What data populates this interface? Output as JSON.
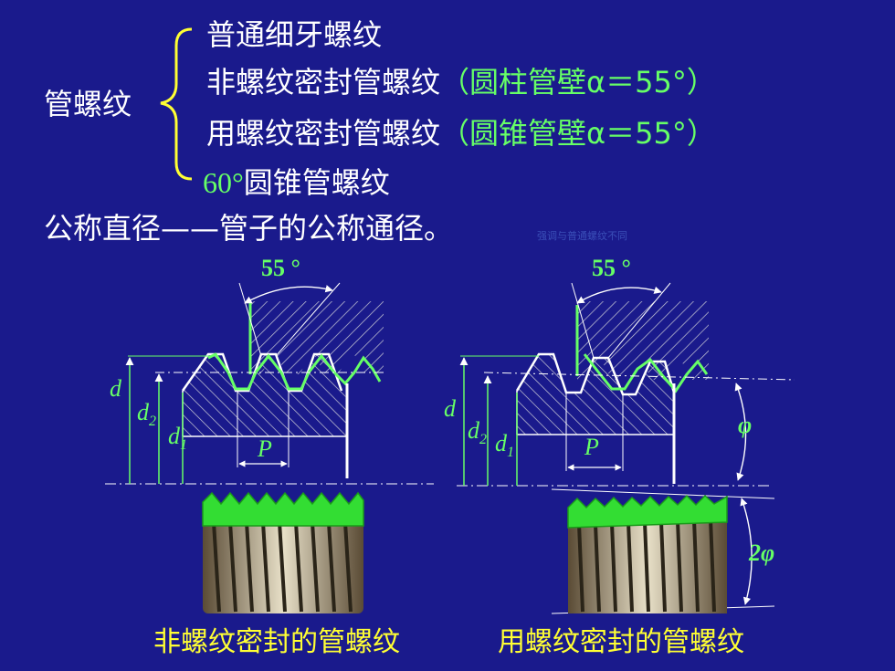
{
  "heading": {
    "main_label": "管螺纹",
    "items": [
      {
        "text": "普通细牙螺纹",
        "suffix": ""
      },
      {
        "text": "非螺纹密封管螺纹",
        "suffix": "（圆柱管壁α＝55°）"
      },
      {
        "text": "用螺纹密封管螺纹",
        "suffix": "（圆锥管壁α＝55°）"
      },
      {
        "prefix": "60°",
        "text": "圆锥管螺纹"
      }
    ]
  },
  "definition": "公称直径——管子的公称通径。",
  "note": "强调与普通螺纹不同",
  "diagram_left": {
    "angle": "55 °",
    "labels": {
      "d": "d",
      "d2": "d",
      "d2_sub": "2",
      "d1": "d",
      "d1_sub": "1",
      "P": "P"
    },
    "caption": "非螺纹密封的管螺纹"
  },
  "diagram_right": {
    "angle": "55 °",
    "labels": {
      "d": "d",
      "d2": "d",
      "d2_sub": "2",
      "d1": "d",
      "d1_sub": "1",
      "P": "P",
      "phi": "φ",
      "two_phi": "2φ"
    },
    "caption": "用螺纹密封的管螺纹"
  },
  "colors": {
    "background": "#1a1a8c",
    "accent": "#66ff66",
    "brace": "#ffff33",
    "text": "#ffffff"
  }
}
